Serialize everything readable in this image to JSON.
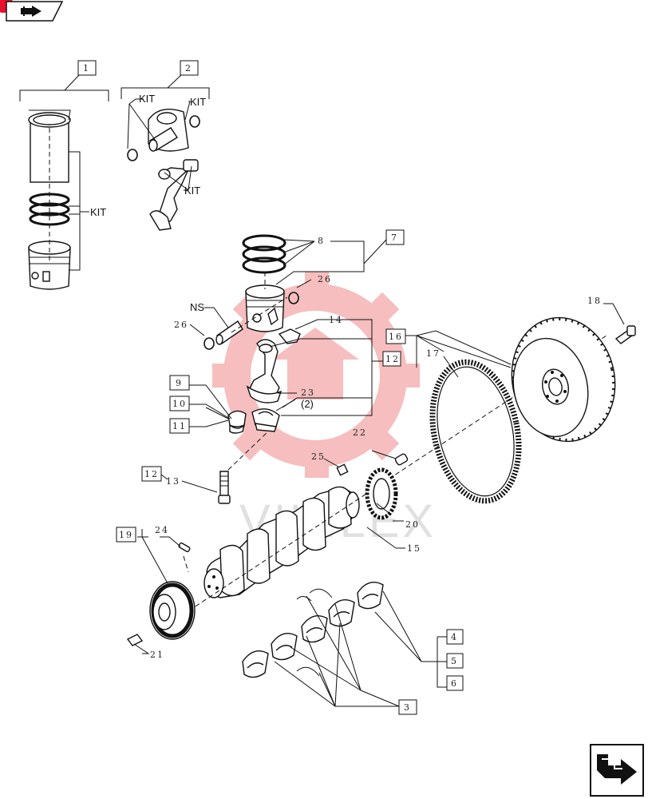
{
  "colors": {
    "brand_red": "#e8112d",
    "watermark_red": "#f08a8a",
    "watermark_gray": "#c8c8c8",
    "ink": "#111111"
  },
  "nav": {
    "back_icon": "arrow-turn-icon",
    "forward_icon": "arrow-turn-icon"
  },
  "watermark": {
    "text": "VIKILEX"
  },
  "callouts": [
    {
      "id": "c1",
      "label": "1",
      "boxed": true
    },
    {
      "id": "c2",
      "label": "2",
      "boxed": true
    },
    {
      "id": "c3",
      "label": "3",
      "boxed": true
    },
    {
      "id": "c4",
      "label": "4",
      "boxed": true
    },
    {
      "id": "c5",
      "label": "5",
      "boxed": true
    },
    {
      "id": "c6",
      "label": "6",
      "boxed": true
    },
    {
      "id": "c7",
      "label": "7",
      "boxed": true
    },
    {
      "id": "c8",
      "label": "8",
      "boxed": false
    },
    {
      "id": "c9",
      "label": "9",
      "boxed": true
    },
    {
      "id": "c10",
      "label": "10",
      "boxed": true
    },
    {
      "id": "c11",
      "label": "11",
      "boxed": true
    },
    {
      "id": "c12a",
      "label": "12",
      "boxed": true
    },
    {
      "id": "c12b",
      "label": "12",
      "boxed": true
    },
    {
      "id": "c13",
      "label": "13",
      "boxed": false
    },
    {
      "id": "c14",
      "label": "14",
      "boxed": false
    },
    {
      "id": "c15",
      "label": "15",
      "boxed": false
    },
    {
      "id": "c16",
      "label": "16",
      "boxed": true
    },
    {
      "id": "c17",
      "label": "17",
      "boxed": false
    },
    {
      "id": "c18",
      "label": "18",
      "boxed": false
    },
    {
      "id": "c19",
      "label": "19",
      "boxed": true
    },
    {
      "id": "c20",
      "label": "20",
      "boxed": false
    },
    {
      "id": "c21",
      "label": "21",
      "boxed": false
    },
    {
      "id": "c22",
      "label": "22",
      "boxed": false
    },
    {
      "id": "c23",
      "label": "23",
      "boxed": false
    },
    {
      "id": "c24",
      "label": "24",
      "boxed": false
    },
    {
      "id": "c25",
      "label": "25",
      "boxed": false
    },
    {
      "id": "c26a",
      "label": "26",
      "boxed": false
    },
    {
      "id": "c26b",
      "label": "26",
      "boxed": false
    }
  ],
  "annotations": {
    "kit": "KIT",
    "ns": "NS",
    "ref_2": "(2)"
  }
}
